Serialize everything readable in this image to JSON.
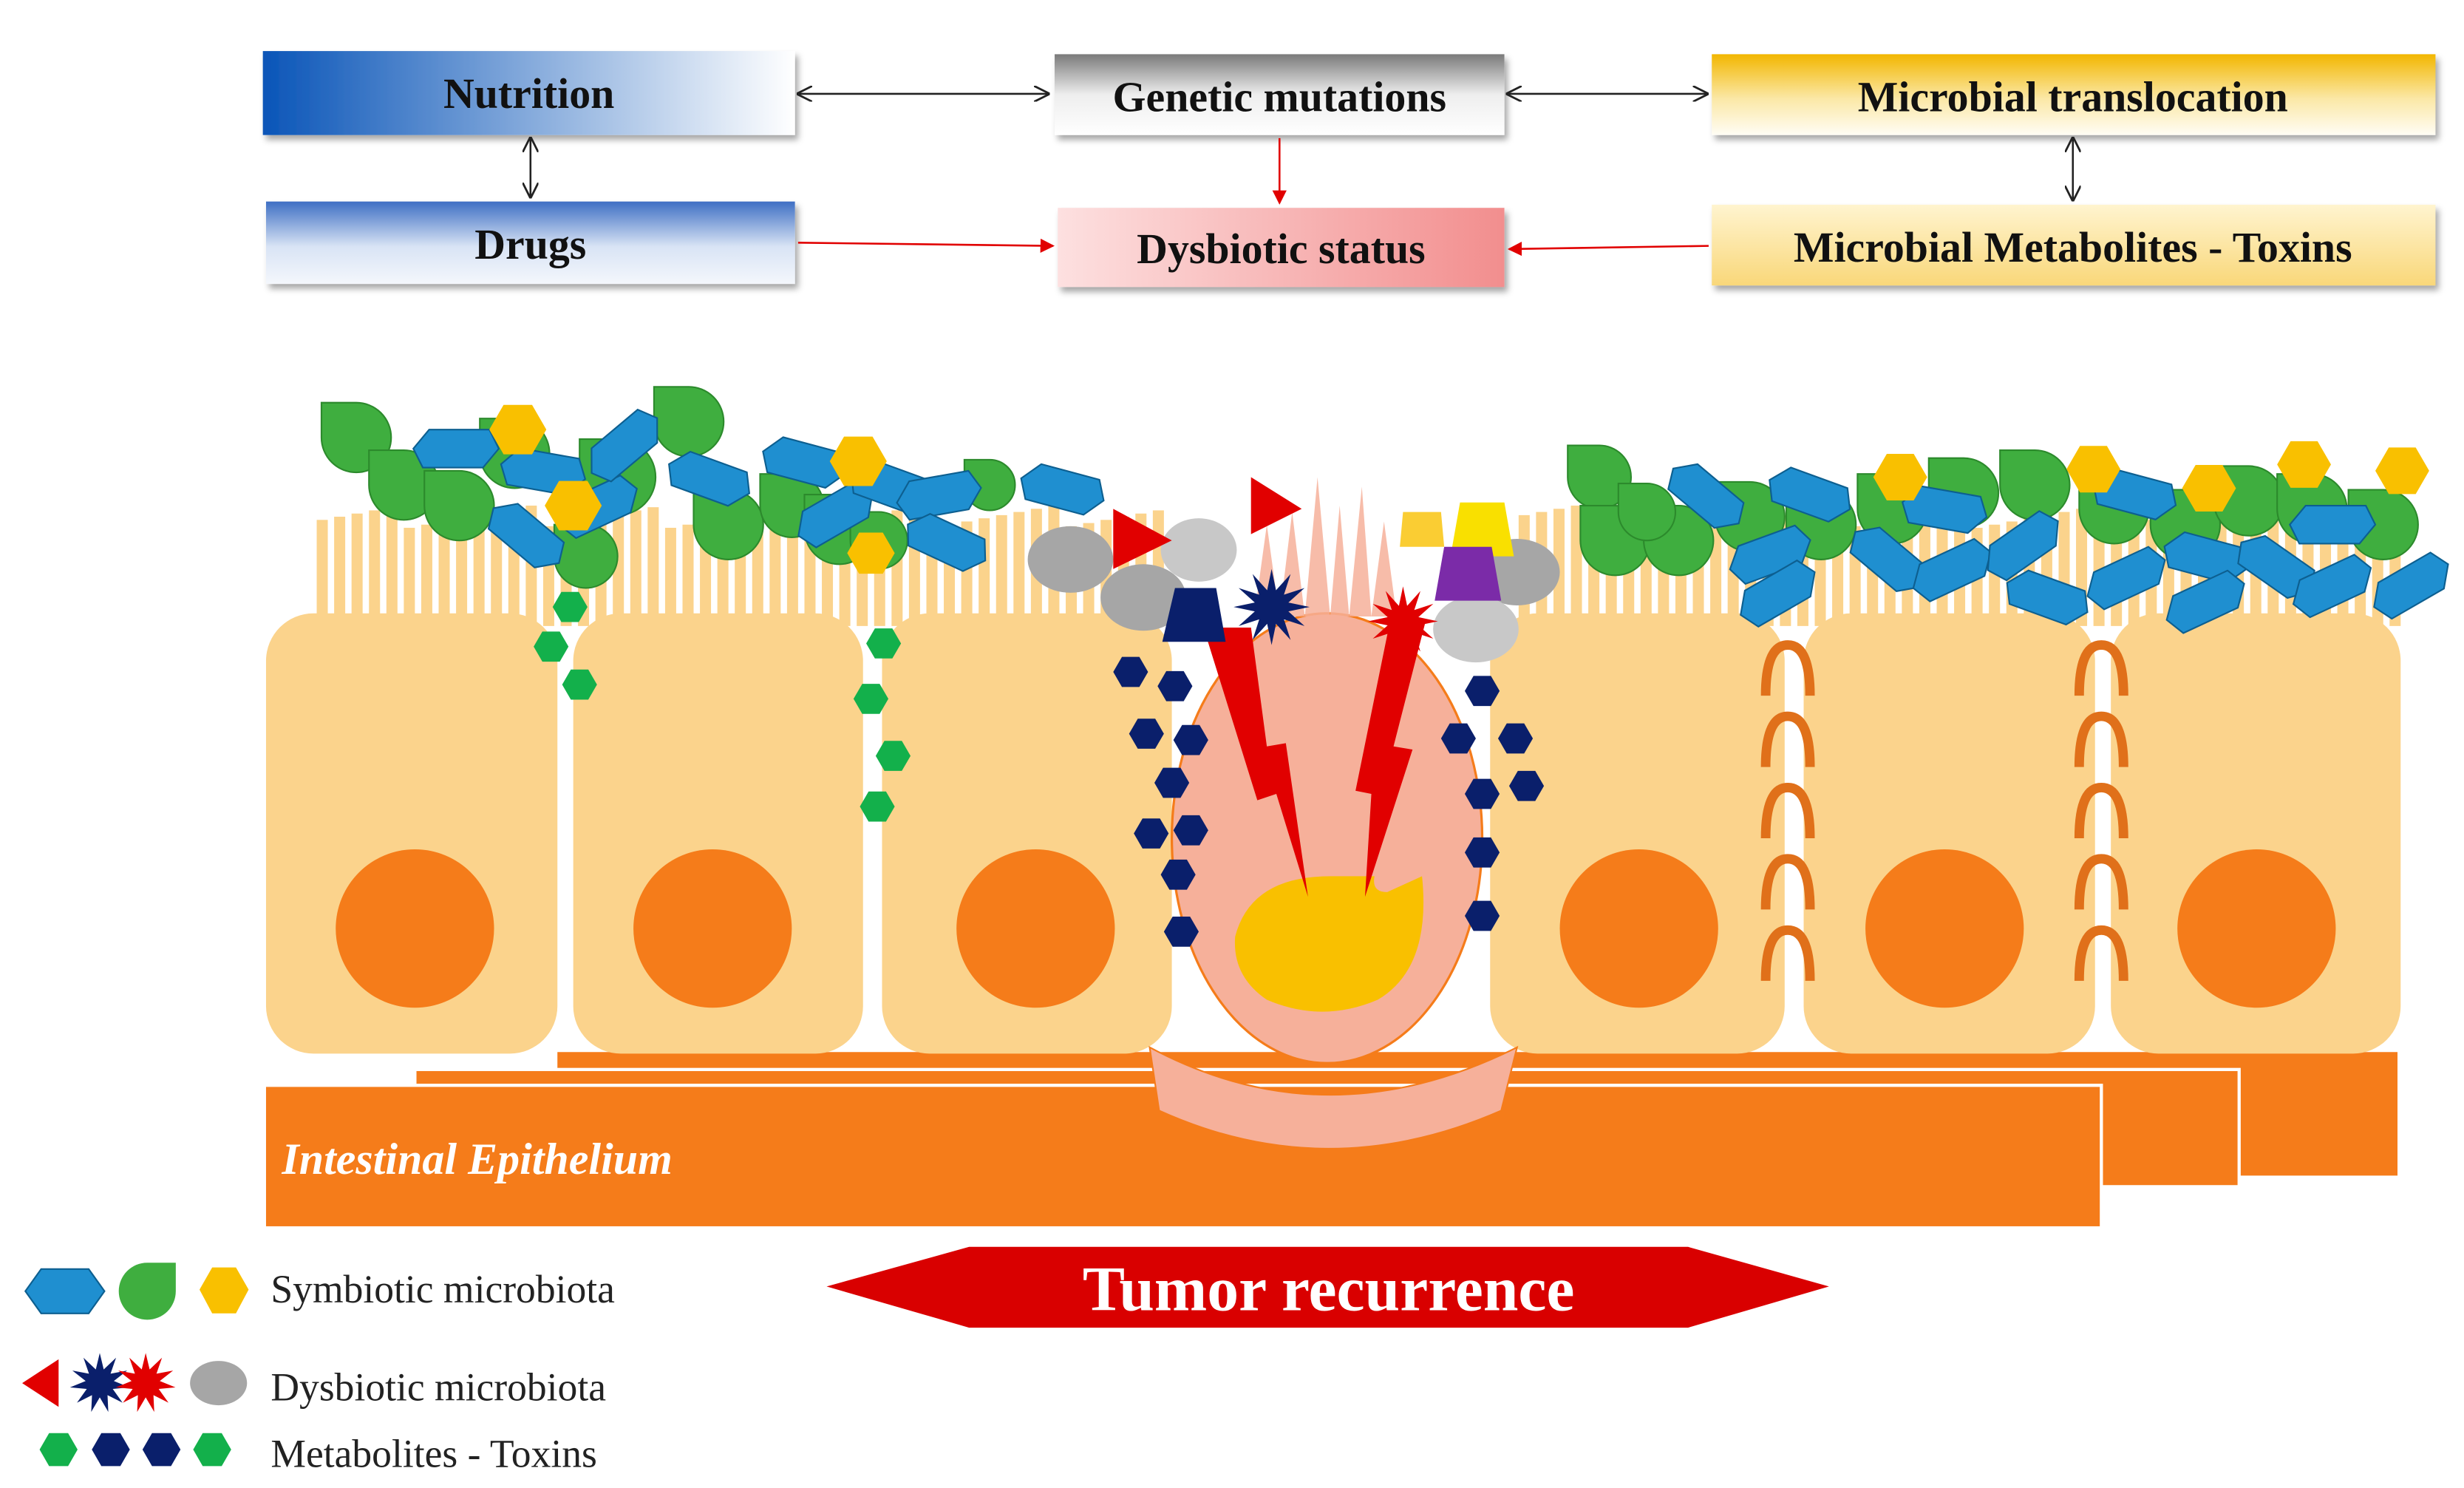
{
  "boxes": {
    "nutrition": "Nutrition",
    "genetic_mutations": "Genetic mutations",
    "microbial_translocation": "Microbial translocation",
    "drugs": "Drugs",
    "dysbiotic_status": "Dysbiotic status",
    "microbial_metabolites": "Microbial Metabolites - Toxins"
  },
  "epithelium_label": "Intestinal Epithelium",
  "banner_label": "Tumor recurrence",
  "legend": {
    "symbiotic": "Symbiotic microbiota",
    "dysbiotic": "Dysbiotic microbiota",
    "metabolites": "Metabolites - Toxins"
  },
  "colors": {
    "microbe_blue": "#1f8fd0",
    "microbe_green": "#3fae3f",
    "microbe_yellow": "#f9c000",
    "metabolite_green": "#13b04b",
    "metabolite_navy": "#0a1f6b",
    "cell_fill": "#fbd38c",
    "nucleus": "#f57c1a",
    "epithelium": "#f57c1a",
    "tumor_cell": "#f6b09a",
    "alert_red": "#e10000"
  }
}
